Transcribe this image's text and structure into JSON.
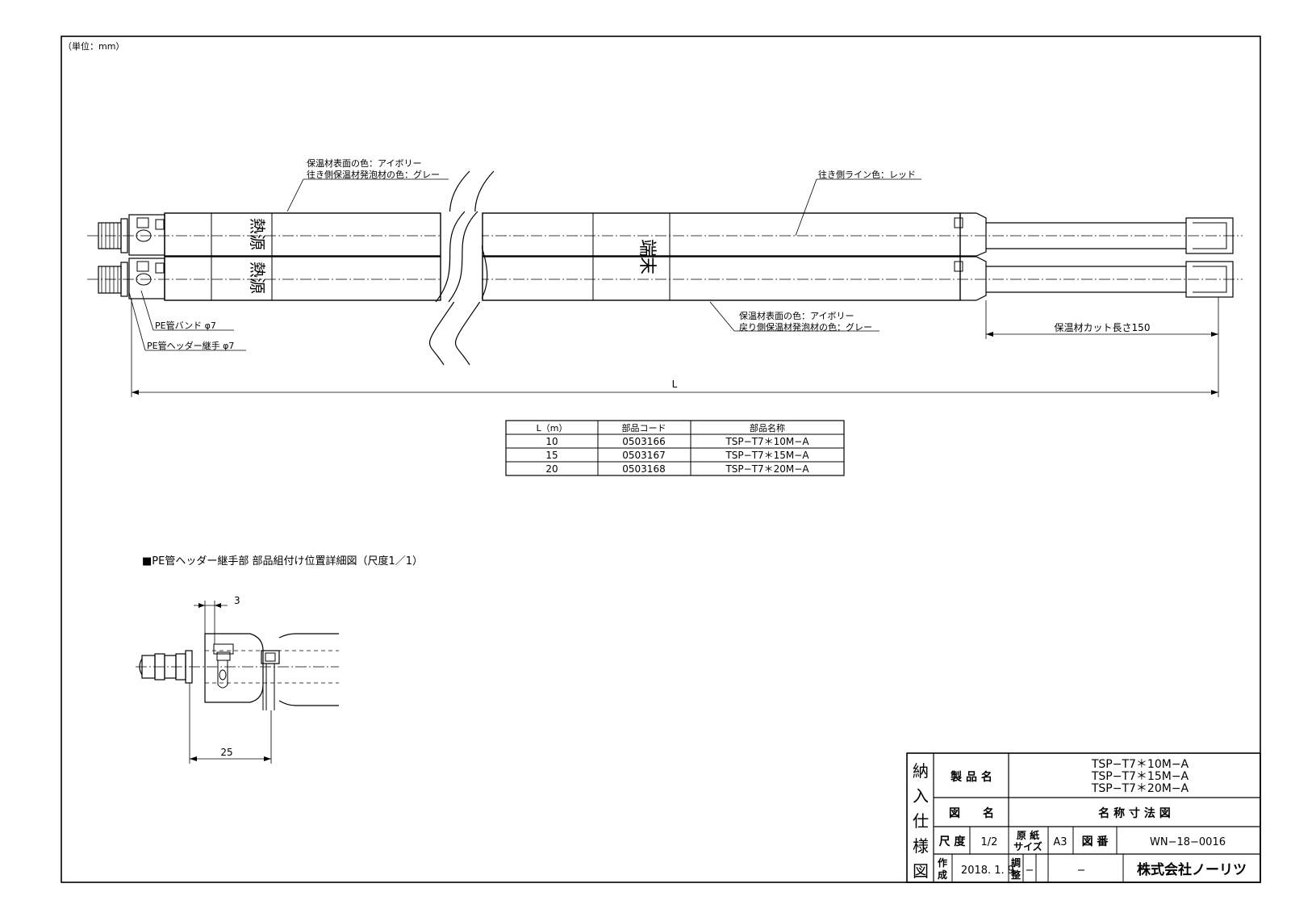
{
  "unit_note": "（単位：mm）",
  "labels": {
    "insulation_supply": "保温材表面の色：アイボリー",
    "foam_supply": "往き側保温材発泡材の色：グレー",
    "line_color": "往き側ライン色：レッド",
    "insulation_return": "保温材表面の色：アイボリー",
    "foam_return": "戻り側保温材発泡材の色：グレー",
    "pe_band": "PE管バンド φ7",
    "pe_header_joint": "PE管ヘッダー継手 φ7",
    "cut_length": "保温材カット長さ150",
    "length_L": "L",
    "heat_source_1": "熱源",
    "heat_source_2": "熱源",
    "terminal": "端末"
  },
  "parts_table": {
    "headers": [
      "L（m）",
      "部品コード",
      "部品名称"
    ],
    "rows": [
      [
        "10",
        "0503166",
        "TSP−T7＊10M−A"
      ],
      [
        "15",
        "0503167",
        "TSP−T7＊15M−A"
      ],
      [
        "20",
        "0503168",
        "TSP−T7＊20M−A"
      ]
    ]
  },
  "detail": {
    "title": "■PE管ヘッダー継手部 部品組付け位置詳細図（尺度1／1）",
    "dim_3": "3",
    "dim_25": "25"
  },
  "title_block": {
    "vertical_label": [
      "納",
      "入",
      "仕",
      "様",
      "図"
    ],
    "product_name_label": "製 品 名",
    "product_names": [
      "TSP−T7＊10M−A",
      "TSP−T7＊15M−A",
      "TSP−T7＊20M−A"
    ],
    "drawing_name_label": "図　　名",
    "drawing_name": "名 称 寸 法 図",
    "scale_label": "尺 度",
    "scale_value": "1/2",
    "paper_label_1": "原 紙",
    "paper_label_2": "サイズ",
    "paper_value": "A3",
    "drawing_no_label": "図 番",
    "drawing_no": "WN−18−0016",
    "created_label_1": "作",
    "created_label_2": "成",
    "created_date": "2018. 1. 9",
    "adjusted_label_1": "調",
    "adjusted_label_2": "整",
    "adjusted_value": "−",
    "dash_value": "−",
    "company": "株式会社ノーリツ"
  }
}
